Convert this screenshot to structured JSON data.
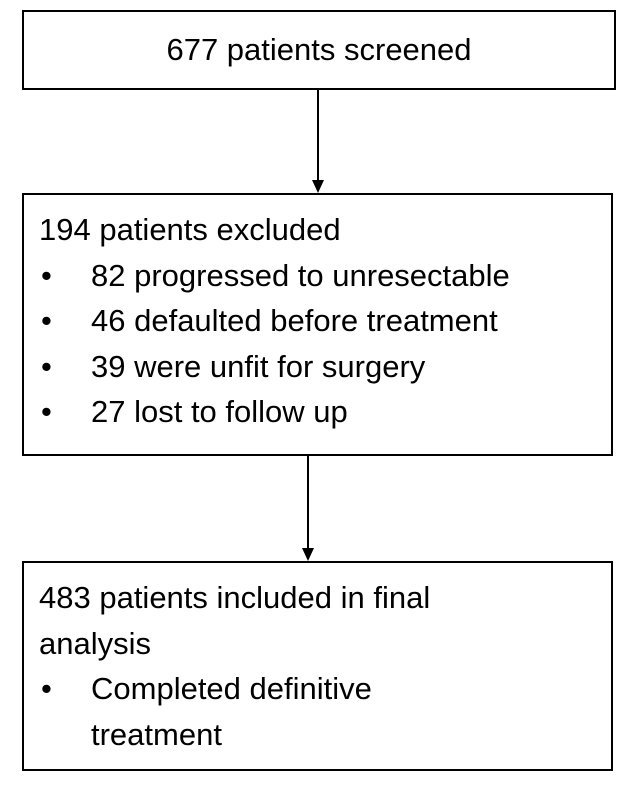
{
  "screened": {
    "text": "677 patients screened"
  },
  "excluded": {
    "title": "194 patients excluded",
    "items": [
      "82 progressed to unresectable",
      "46 defaulted before treatment",
      "39 were unfit for surgery",
      "27 lost to follow up"
    ]
  },
  "included": {
    "title_line1": "483 patients included in final",
    "title_line2": "analysis",
    "item_line1": "Completed definitive",
    "item_line2": "treatment"
  },
  "bullet": "•"
}
